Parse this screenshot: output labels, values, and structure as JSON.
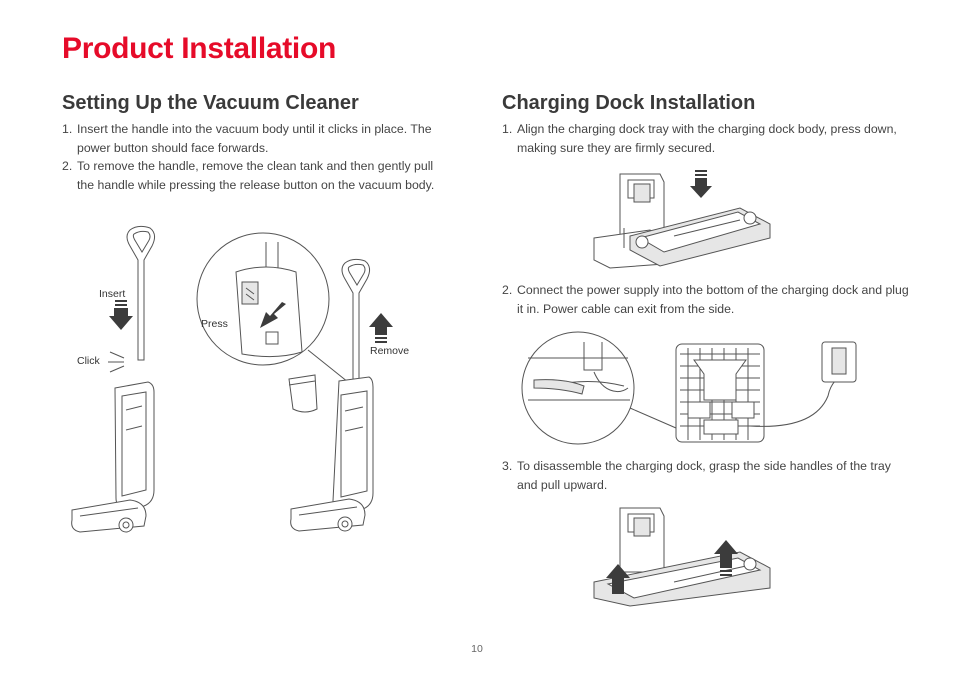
{
  "page": {
    "title": "Product Installation",
    "page_number": "10"
  },
  "left_section": {
    "title": "Setting Up the Vacuum Cleaner",
    "steps": [
      {
        "num": "1.",
        "text": "Insert the handle into the vacuum body until it clicks in place. The power button should face forwards."
      },
      {
        "num": "2.",
        "text": "To remove the handle, remove the clean tank and then gently pull the handle while pressing the release button on the vacuum body."
      }
    ],
    "labels": {
      "insert": "Insert",
      "click": "Click",
      "press": "Press",
      "remove": "Remove"
    }
  },
  "right_section": {
    "title": "Charging Dock Installation",
    "step1": {
      "num": "1.",
      "text": "Align the charging dock tray with the charging dock body, press down, making sure they are firmly secured."
    },
    "step2": {
      "num": "2.",
      "text": "Connect the power supply into the bottom of the charging dock and plug it in. Power cable can exit from the side."
    },
    "step3": {
      "num": "3.",
      "text": "To disassemble the charging dock, grasp the side handles of the tray and pull upward."
    }
  },
  "colors": {
    "title_red": "#e60b29",
    "text_gray": "#444444",
    "arrow_dark": "#3c3c3c"
  }
}
